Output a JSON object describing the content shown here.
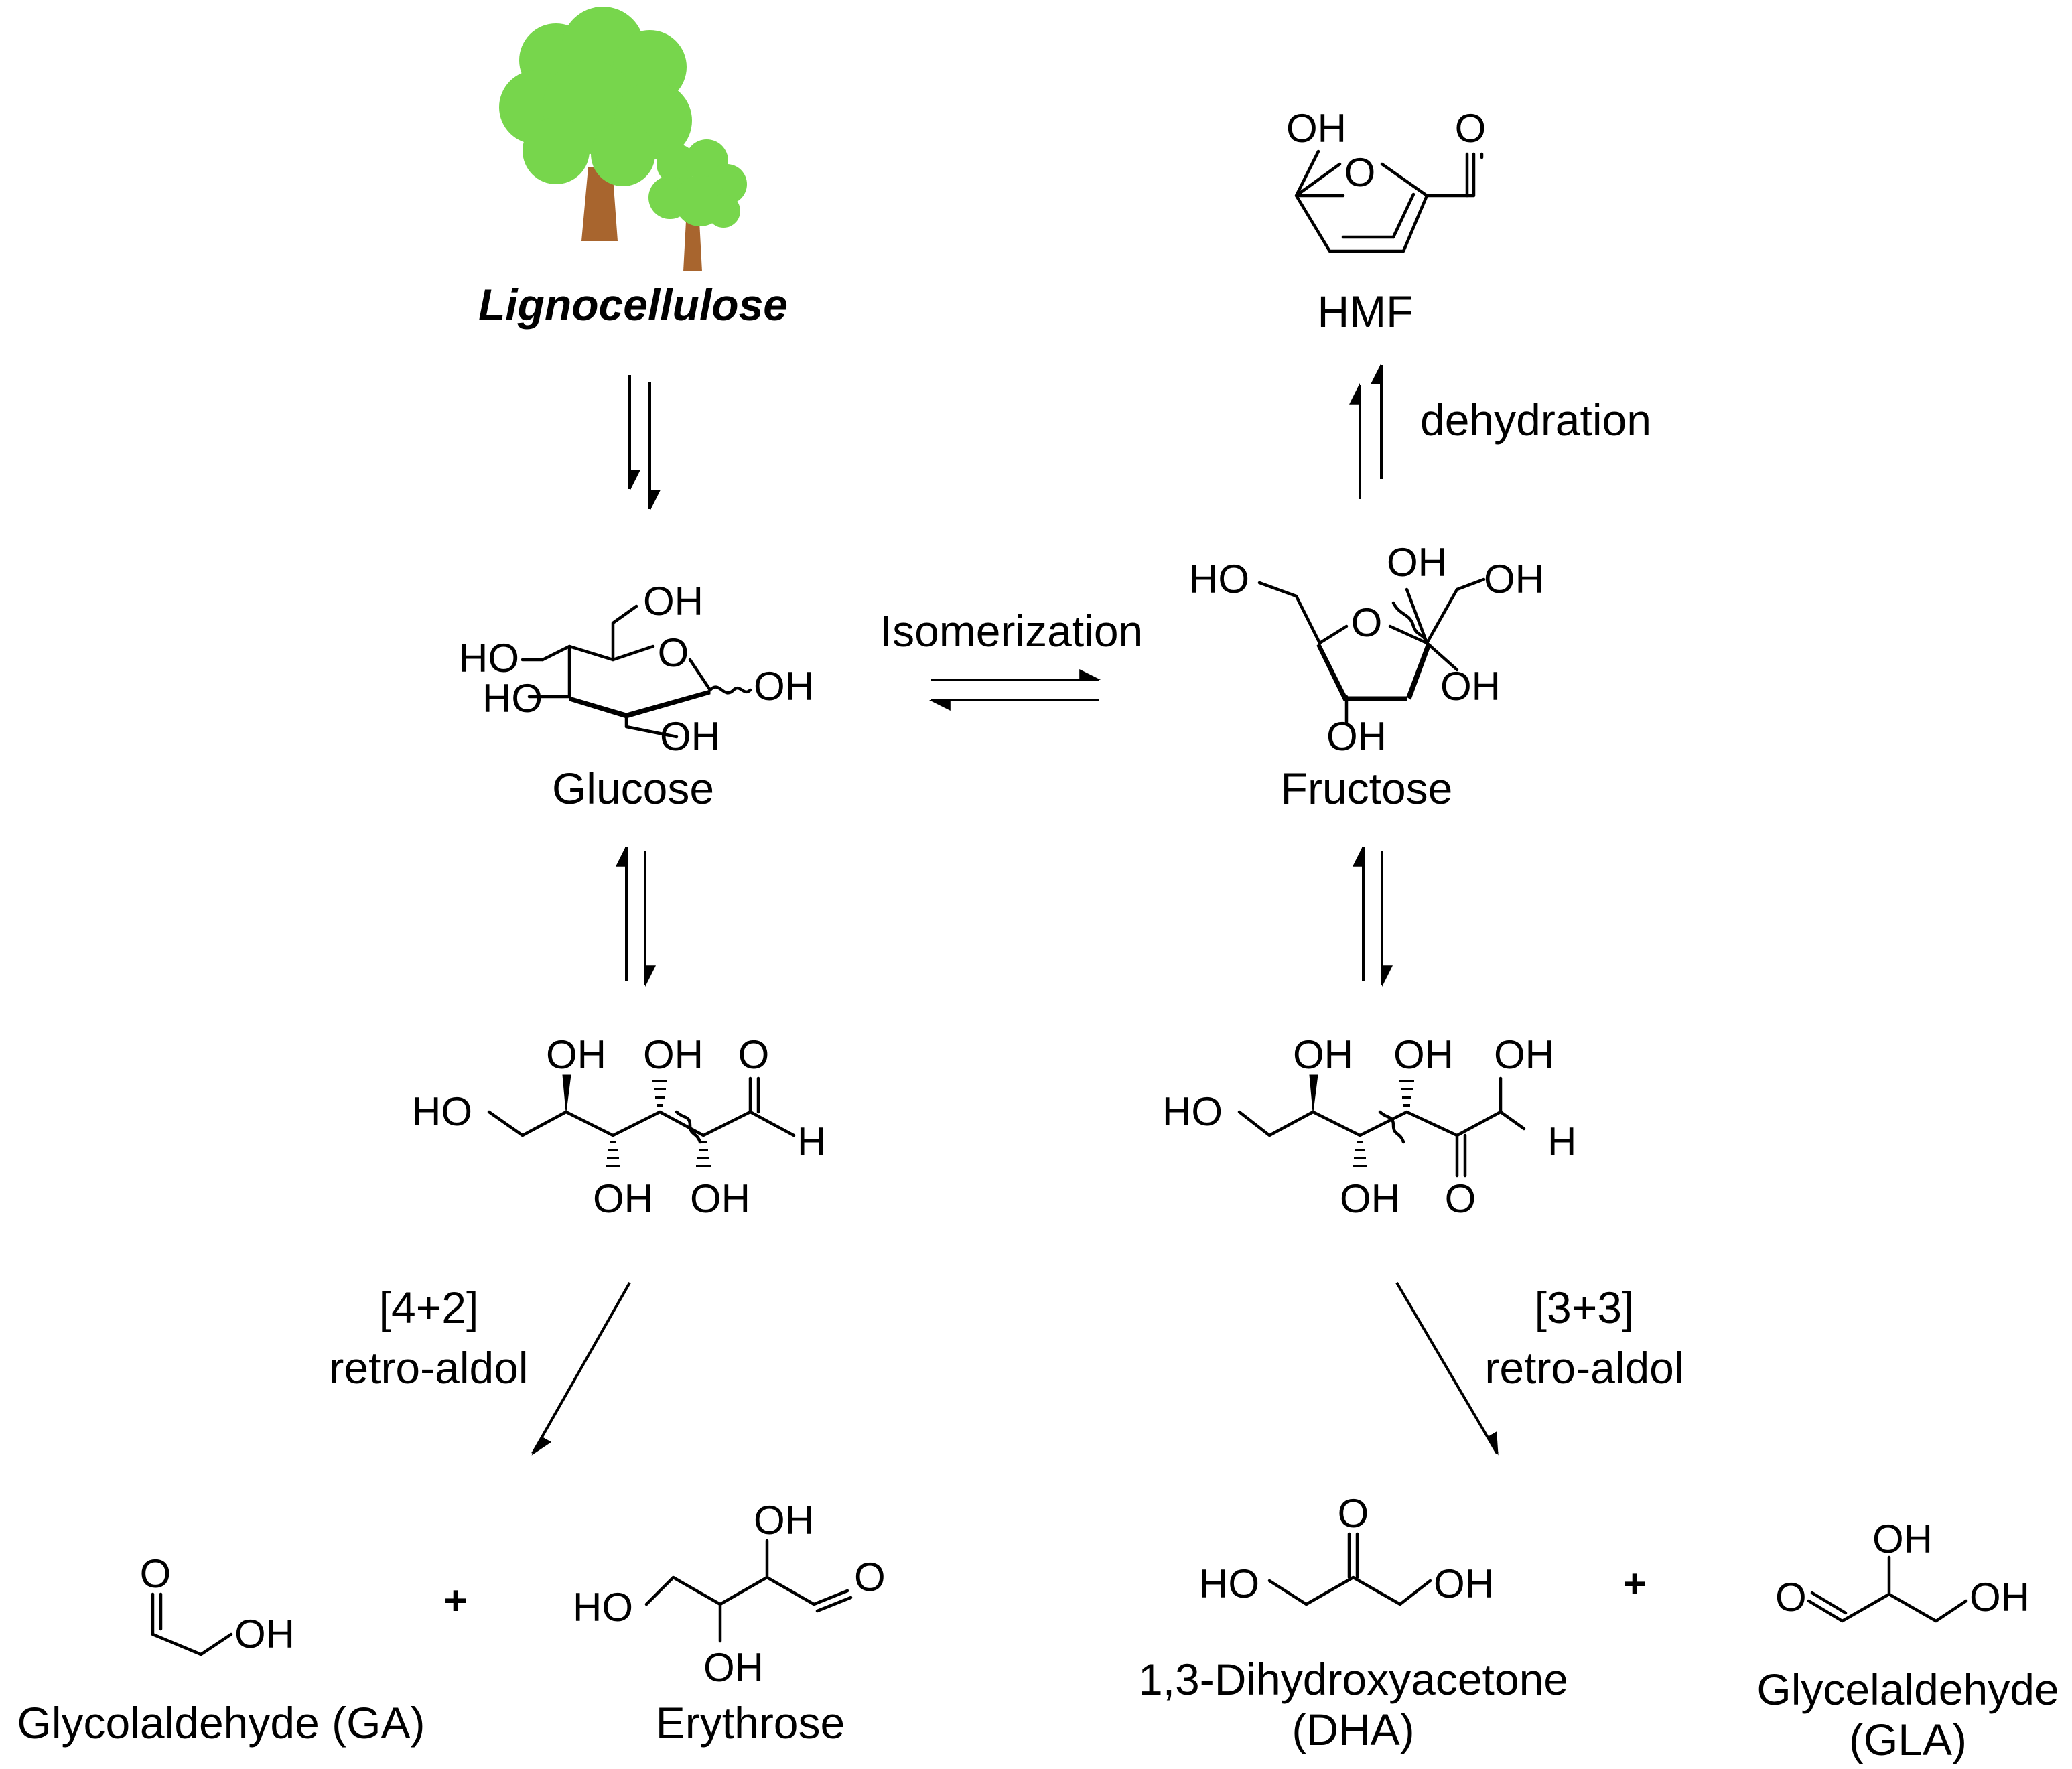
{
  "labels": {
    "lignocellulose": "Lignocellulose",
    "hmf": "HMF",
    "dehydration": "dehydration",
    "isomerization": "Isomerization",
    "glucose": "Glucose",
    "fructose": "Fructose",
    "retro_aldol_left_ratio": "[4+2]",
    "retro_aldol_left": "retro-aldol",
    "retro_aldol_right_ratio": "[3+3]",
    "retro_aldol_right": "retro-aldol",
    "glycolaldehyde": "Glycolaldehyde (GA)",
    "erythrose": "Erythrose",
    "dha_name": "1,3-Dihydroxyacetone",
    "dha_abbr": "(DHA)",
    "gla_name": "Glycelaldehyde",
    "gla_abbr": "(GLA)",
    "plus": "+"
  },
  "atoms": {
    "oh": "OH",
    "ho": "HO",
    "o": "O",
    "h": "H"
  },
  "colors": {
    "foliage": "#77d64c",
    "trunk": "#a8652e",
    "ink": "#000000"
  }
}
